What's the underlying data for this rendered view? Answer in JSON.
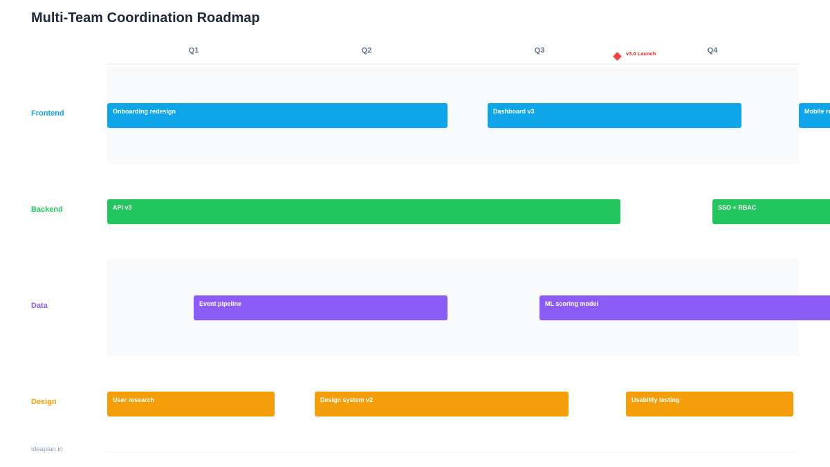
{
  "title": "Multi-Team Coordination Roadmap",
  "quarters": [
    "Q1",
    "Q2",
    "Q3",
    "Q4"
  ],
  "milestone": {
    "label": "v3.0 Launch",
    "color": "#ef4444"
  },
  "teams": [
    {
      "name": "Frontend",
      "color": "#0ea5e9",
      "items": [
        {
          "label": "Onboarding redesign"
        },
        {
          "label": "Dashboard v3"
        },
        {
          "label": "Mobile re"
        }
      ]
    },
    {
      "name": "Backend",
      "color": "#22c55e",
      "items": [
        {
          "label": "API v3"
        },
        {
          "label": "SSO + RBAC"
        }
      ]
    },
    {
      "name": "Data",
      "color": "#8b5cf6",
      "items": [
        {
          "label": "Event pipeline"
        },
        {
          "label": "ML scoring model"
        }
      ]
    },
    {
      "name": "Design",
      "color": "#f59e0b",
      "items": [
        {
          "label": "User research"
        },
        {
          "label": "Design system v2"
        },
        {
          "label": "Usability testing"
        }
      ]
    }
  ],
  "footer": {
    "brand": "ideaplan.io"
  }
}
